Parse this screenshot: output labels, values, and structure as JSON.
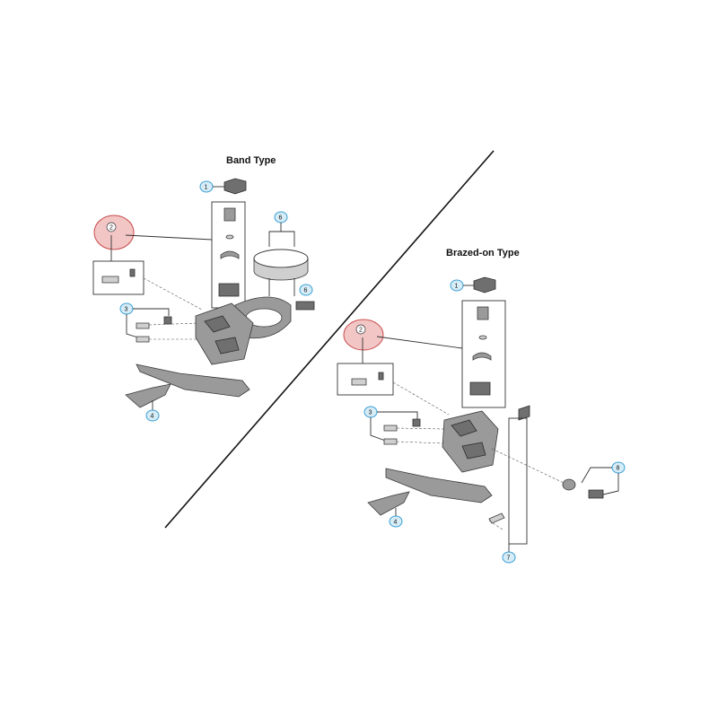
{
  "headings": {
    "band": "Band Type",
    "brazed": "Brazed-on Type"
  },
  "callouts": {
    "band": {
      "c1": "1",
      "c2": "2",
      "c3": "3",
      "c4": "4",
      "c6": "6",
      "c6b": "6"
    },
    "brazed": {
      "c1": "1",
      "c2": "2",
      "c3": "3",
      "c4": "4",
      "c7": "7",
      "c8": "8"
    }
  },
  "colors": {
    "callout_blue_fill": "#d6ecf7",
    "callout_blue_stroke": "#3b9fd4",
    "highlight_red_fill": "#f3c6c6",
    "highlight_red_stroke": "#c94b4b",
    "part_gray": "#9a9a9a"
  }
}
